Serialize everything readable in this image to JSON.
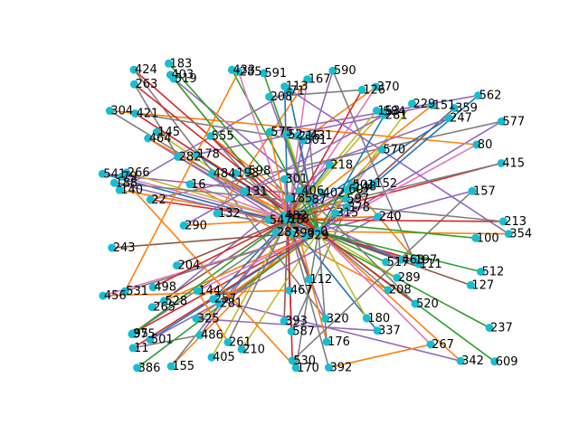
{
  "graph": {
    "colors": {
      "node": "#17becf",
      "edges": [
        "#1f77b4",
        "#ff7f0e",
        "#2ca02c",
        "#d62728",
        "#9467bd",
        "#8c564b",
        "#e377c2",
        "#7f7f7f",
        "#bcbd22"
      ]
    },
    "hubs": [
      "13",
      "0"
    ],
    "nodes": [
      "329",
      "464",
      "378",
      "95",
      "607",
      "281",
      "370",
      "431",
      "584",
      "315",
      "519",
      "609",
      "22",
      "577",
      "287",
      "570",
      "155",
      "52",
      "218",
      "528",
      "598",
      "11",
      "486",
      "215",
      "148",
      "111",
      "145",
      "71",
      "140",
      "517",
      "415",
      "482",
      "393",
      "185",
      "555",
      "229",
      "257",
      "342",
      "237",
      "197",
      "590",
      "193",
      "16",
      "208",
      "405",
      "541",
      "597",
      "386",
      "587",
      "378",
      "265",
      "80",
      "304",
      "289",
      "337",
      "325",
      "403",
      "424",
      "320",
      "359",
      "167",
      "132",
      "266",
      "178",
      "151",
      "183",
      "126",
      "208",
      "406",
      "456",
      "467",
      "210",
      "468",
      "484",
      "375",
      "263",
      "282",
      "243",
      "301",
      "176",
      "402",
      "501",
      "240",
      "512",
      "530",
      "157",
      "112",
      "267",
      "392",
      "180",
      "113",
      "354",
      "152",
      "520",
      "87",
      "127",
      "79",
      "170",
      "153",
      "281",
      "290",
      "433",
      "213",
      "188",
      "204",
      "144",
      "261",
      "501",
      "247",
      "131",
      "100",
      "421",
      "501",
      "547",
      "285",
      "531",
      "390",
      "562",
      "575",
      "591",
      "498"
    ]
  }
}
